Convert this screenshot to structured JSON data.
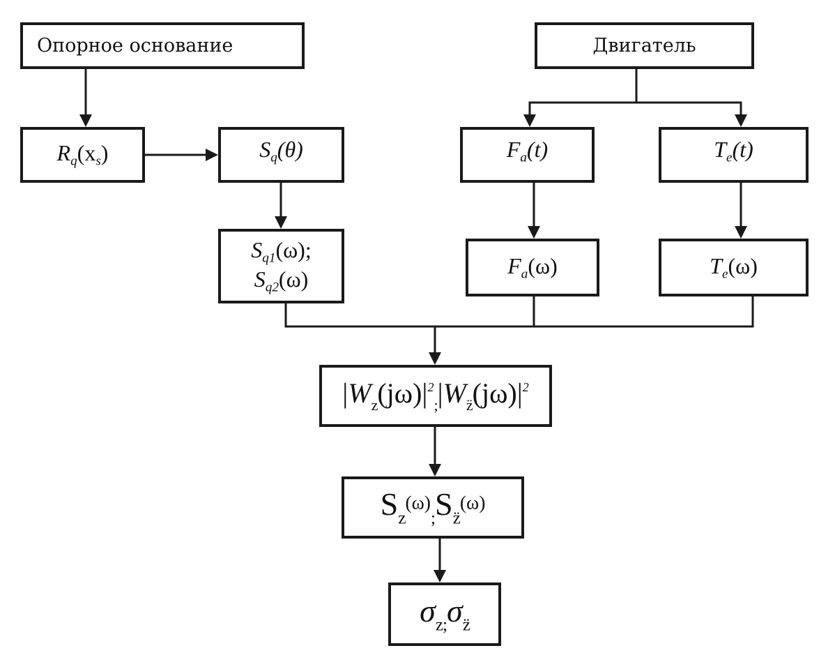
{
  "diagram": {
    "type": "block-diagram",
    "language": "ru",
    "nodes": {
      "support_base": {
        "label": "Опорное основание"
      },
      "engine": {
        "label": "Двигатель"
      },
      "rq": {
        "symbol": "R",
        "sub": "q",
        "arg": "(x",
        "arg_sub": "s",
        "arg_close": ")"
      },
      "sq_theta": {
        "symbol": "S",
        "sub": "q",
        "arg": "(θ)"
      },
      "fa_t": {
        "symbol": "F",
        "sub": "a",
        "arg": "(t)"
      },
      "te_t": {
        "symbol": "T",
        "sub": "e",
        "arg": "(t)"
      },
      "sq12_omega": {
        "line1": {
          "symbol": "S",
          "sub": "q1",
          "arg": "(ω);"
        },
        "line2": {
          "symbol": "S",
          "sub": "q2",
          "arg": "(ω)"
        }
      },
      "fa_omega": {
        "symbol": "F",
        "sub": "a",
        "arg": "(ω)"
      },
      "te_omega": {
        "symbol": "T",
        "sub": "e",
        "arg": "(ω)"
      },
      "transfer": {
        "term1": {
          "bar_open": "|",
          "symbol": "W",
          "sub": "z",
          "arg": "(jω)",
          "bar_close": "|",
          "power": "2"
        },
        "separator": ";",
        "term2": {
          "bar_open": "|",
          "symbol": "W",
          "sub": "z̈",
          "arg": "(jω)",
          "bar_close": "|",
          "power": "2"
        }
      },
      "spectra": {
        "term1": {
          "symbol": "S",
          "sub": "z",
          "arg": "(ω)"
        },
        "separator": ";",
        "term2": {
          "symbol": "S",
          "sub": "z̈",
          "arg": "(ω)"
        }
      },
      "sigmas": {
        "term1": {
          "symbol": "σ",
          "sub": "z"
        },
        "separator": ";",
        "term2": {
          "symbol": "σ",
          "sub": "z̈"
        }
      }
    },
    "edges": [
      [
        "support_base",
        "rq"
      ],
      [
        "rq",
        "sq_theta"
      ],
      [
        "sq_theta",
        "sq12_omega"
      ],
      [
        "engine",
        "fa_t"
      ],
      [
        "engine",
        "te_t"
      ],
      [
        "fa_t",
        "fa_omega"
      ],
      [
        "te_t",
        "te_omega"
      ],
      [
        "sq12_omega",
        "transfer"
      ],
      [
        "fa_omega",
        "transfer"
      ],
      [
        "te_omega",
        "transfer"
      ],
      [
        "transfer",
        "spectra"
      ],
      [
        "spectra",
        "sigmas"
      ]
    ]
  }
}
